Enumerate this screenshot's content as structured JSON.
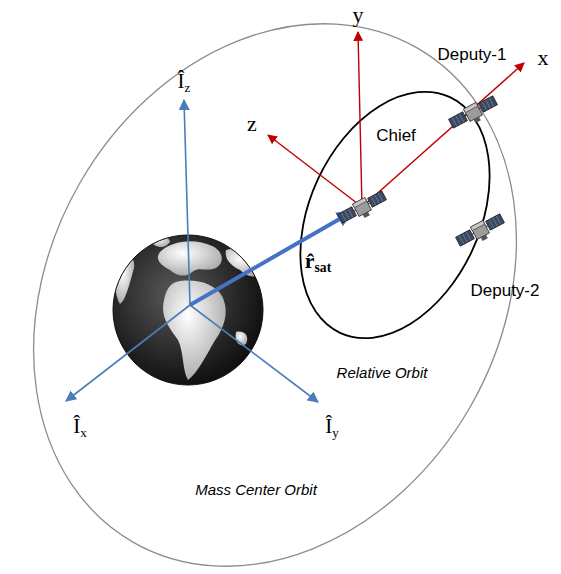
{
  "diagram": {
    "labels": [
      "Îz",
      "Îx",
      "Îy",
      "r̂sat",
      "Deputy-1",
      "Chief",
      "Deputy-2",
      "x",
      "y",
      "z",
      "Relative Orbit",
      "Mass Center Orbit"
    ]
  }
}
